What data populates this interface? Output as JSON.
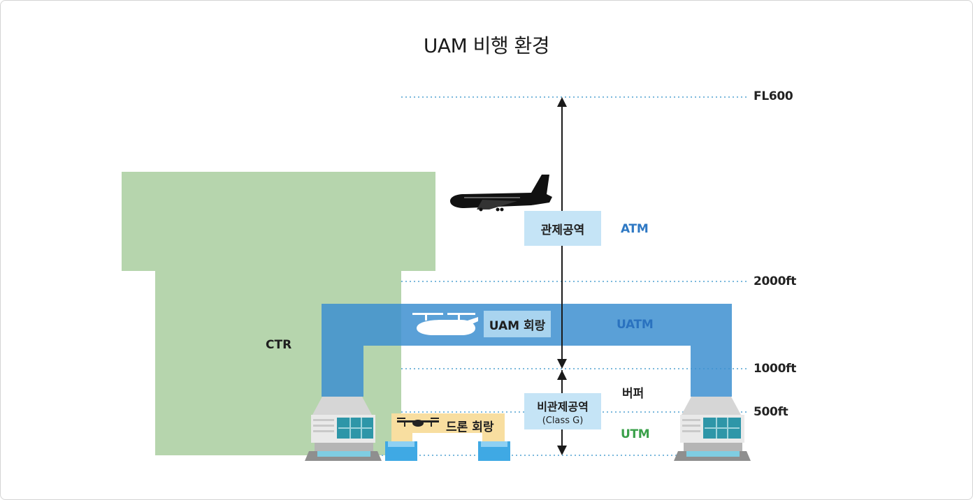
{
  "diagram": {
    "title": "UAM 비행 환경",
    "altitudes": {
      "fl600": "FL600",
      "ft2000": "2000ft",
      "ft1000": "1000ft",
      "ft500": "500ft"
    },
    "zones": {
      "ctr": "CTR",
      "controlled": "관제공역",
      "uncontrolled": "비관제공역",
      "uncontrolled_class": "(Class G)",
      "uam_corridor": "UAM 회랑",
      "drone_corridor": "드론 회랑",
      "buffer": "버퍼"
    },
    "management": {
      "atm": "ATM",
      "uatm": "UATM",
      "utm": "UTM"
    },
    "colors": {
      "ctr_green": "#b6d5ad",
      "uam_blue": "#3d8fd0",
      "drone_yellow": "#f8dea0",
      "label_box": "#c5e4f6",
      "atm_text": "#2f79c4",
      "uatm_text": "#2a72bf",
      "utm_text": "#3aa04a",
      "dotted_line": "#7ab8dc"
    },
    "icons": [
      "airplane-icon",
      "uam-aircraft-icon",
      "drone-icon",
      "vertiport-building-icon"
    ]
  }
}
